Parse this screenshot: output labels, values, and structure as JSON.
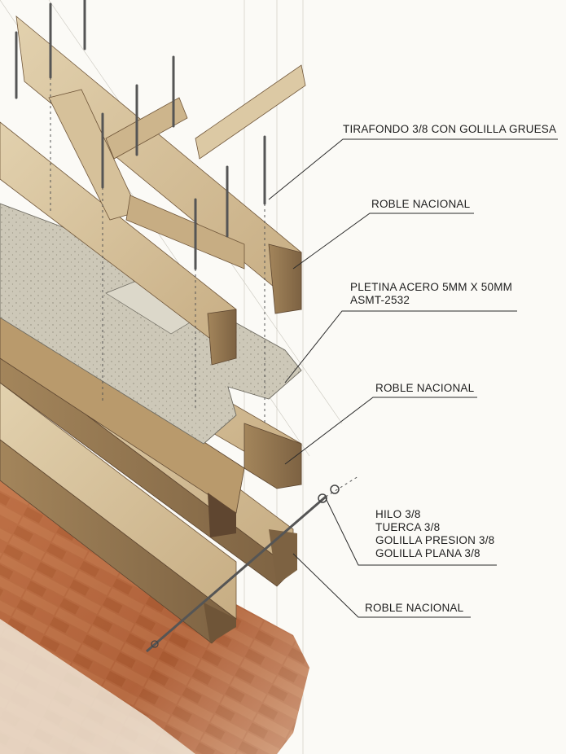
{
  "labels": {
    "tirafondo": "TIRAFONDO 3/8 CON GOLILLA GRUESA",
    "roble_top": "ROBLE NACIONAL",
    "pletina_line1": "PLETINA ACERO 5MM X 50MM",
    "pletina_line2": "ASMT-2532",
    "roble_middle": "ROBLE NACIONAL",
    "hilo": "HILO 3/8",
    "tuerca": "TUERCA 3/8",
    "golilla_presion": "GOLILLA PRESION 3/8",
    "golilla_plana": "GOLILLA PLANA 3/8",
    "roble_bottom": "ROBLE NACIONAL"
  },
  "colors": {
    "wood_light": "#d9c6a3",
    "wood_mid": "#b89a6e",
    "wood_dark": "#6f5538",
    "steel_plate": "#c9c4b4",
    "brick": "#b9683f",
    "brick_dark": "#7a3a1f",
    "ink": "#1e1e1e"
  }
}
